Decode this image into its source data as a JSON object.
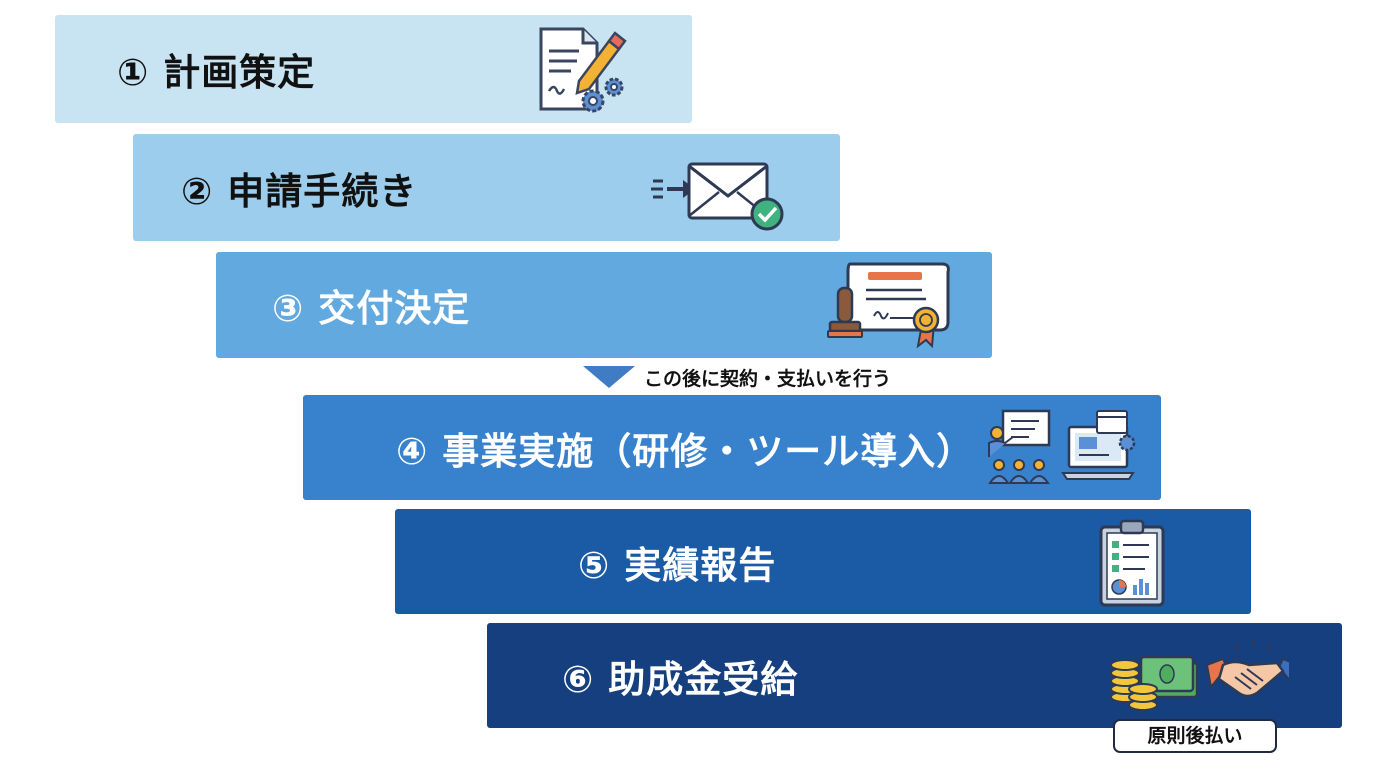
{
  "steps": [
    {
      "label": "① 計画策定",
      "icon": "document-pencil-gear-icon"
    },
    {
      "label": "② 申請手続き",
      "icon": "envelope-check-icon"
    },
    {
      "label": "③ 交付決定",
      "icon": "certificate-stamp-icon"
    },
    {
      "label": "④ 事業実施（研修・ツール導入）",
      "icon": "training-laptop-icon"
    },
    {
      "label": "⑤ 実績報告",
      "icon": "clipboard-report-icon"
    },
    {
      "label": "⑥ 助成金受給",
      "icon": "money-handshake-icon"
    }
  ],
  "note": {
    "text": "この後に契約・支払いを行う",
    "icon": "down-arrow-icon"
  },
  "badge": {
    "text": "原則後払い"
  }
}
